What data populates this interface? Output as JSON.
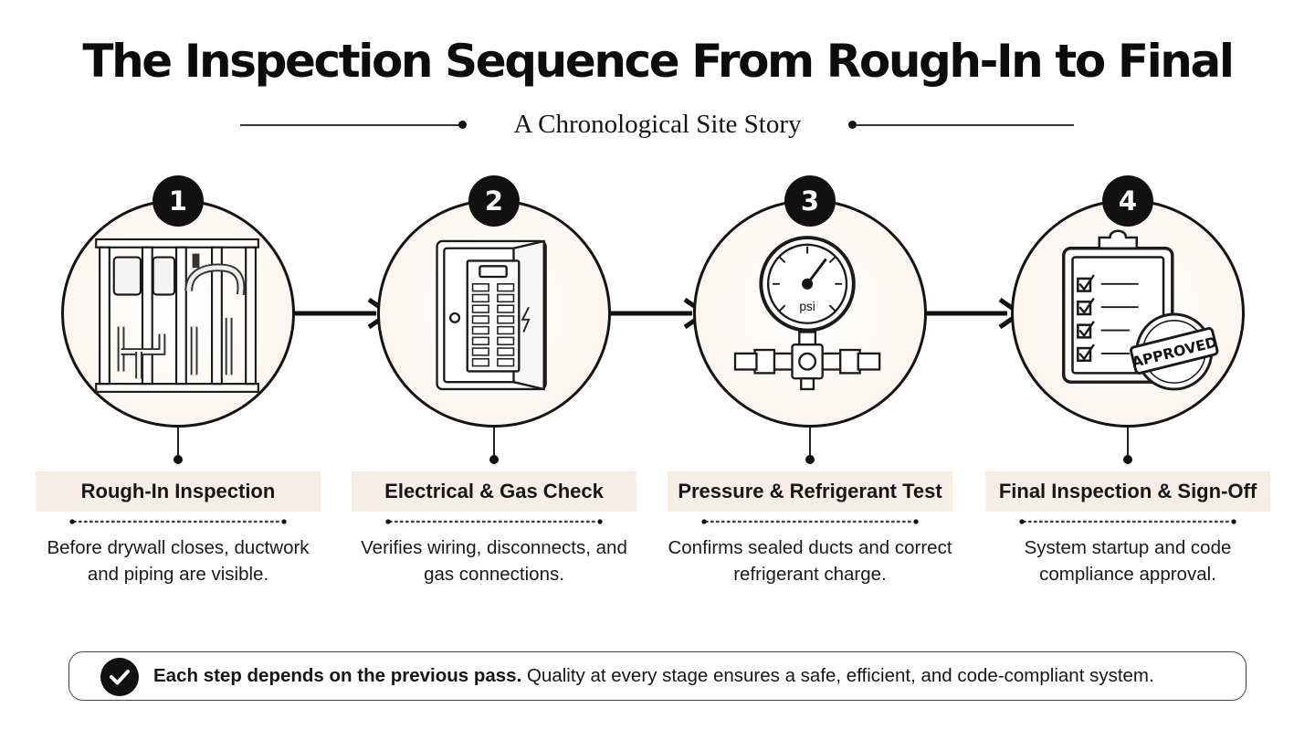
{
  "title": "The Inspection Sequence From Rough-In to Final",
  "subtitle": "A Chronological Site Story",
  "steps": [
    {
      "number": "1",
      "label": "Rough-In Inspection",
      "description": "Before drywall closes, ductwork and piping are visible.",
      "icon": "framing-pipes-icon"
    },
    {
      "number": "2",
      "label": "Electrical & Gas Check",
      "description": "Verifies wiring, disconnects, and gas connections.",
      "icon": "electrical-panel-icon"
    },
    {
      "number": "3",
      "label": "Pressure & Refrigerant Test",
      "description": "Confirms sealed ducts and correct refrigerant charge.",
      "icon": "pressure-gauge-icon",
      "gauge_unit": "psi"
    },
    {
      "number": "4",
      "label": "Final Inspection & Sign-Off",
      "description": "System startup and code compliance approval.",
      "icon": "clipboard-approved-icon",
      "stamp_text": "APPROVED"
    }
  ],
  "footer": {
    "bold": "Each step depends on the previous pass.",
    "rest": "Quality at every stage ensures a safe, efficient, and code-compliant system.",
    "icon": "check-circle-icon"
  },
  "colors": {
    "ink": "#111111",
    "label_bg": "#f6eee4",
    "circle_fill": "#fdf9f4"
  }
}
